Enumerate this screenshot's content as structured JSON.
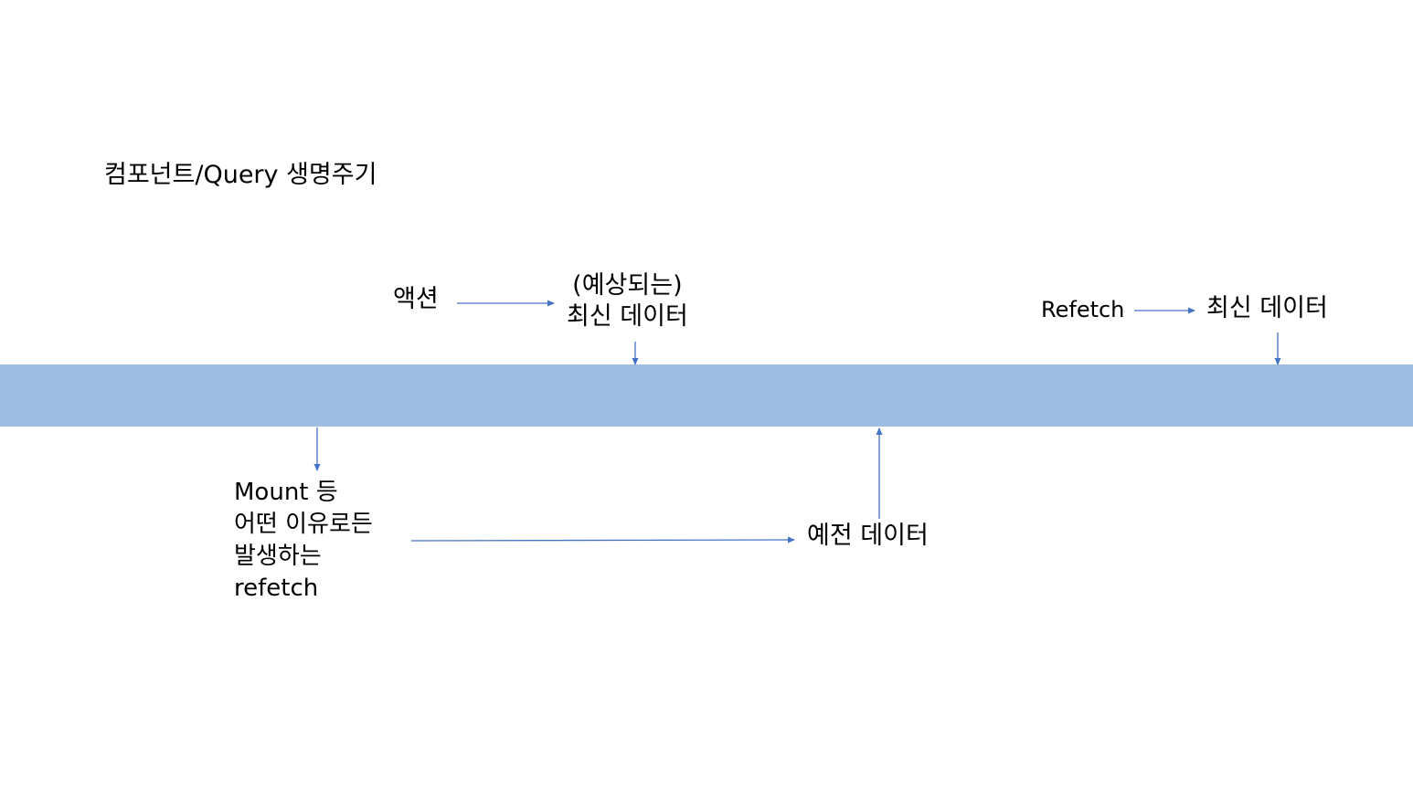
{
  "title": "컴포넌트/Query 생명주기",
  "colors": {
    "timeline": "#9dbde3",
    "arrow": "#4472c4",
    "text": "#000000"
  },
  "labels": {
    "action": "액션",
    "expected_line1": "(예상되는)",
    "expected_line2": "최신 데이터",
    "refetch_top": "Refetch",
    "latest_right": "최신 데이터",
    "mount_line1": "Mount 등",
    "mount_line2": "어떤 이유로든",
    "mount_line3": "발생하는",
    "mount_line4": "refetch",
    "old_data": "예전 데이터"
  }
}
